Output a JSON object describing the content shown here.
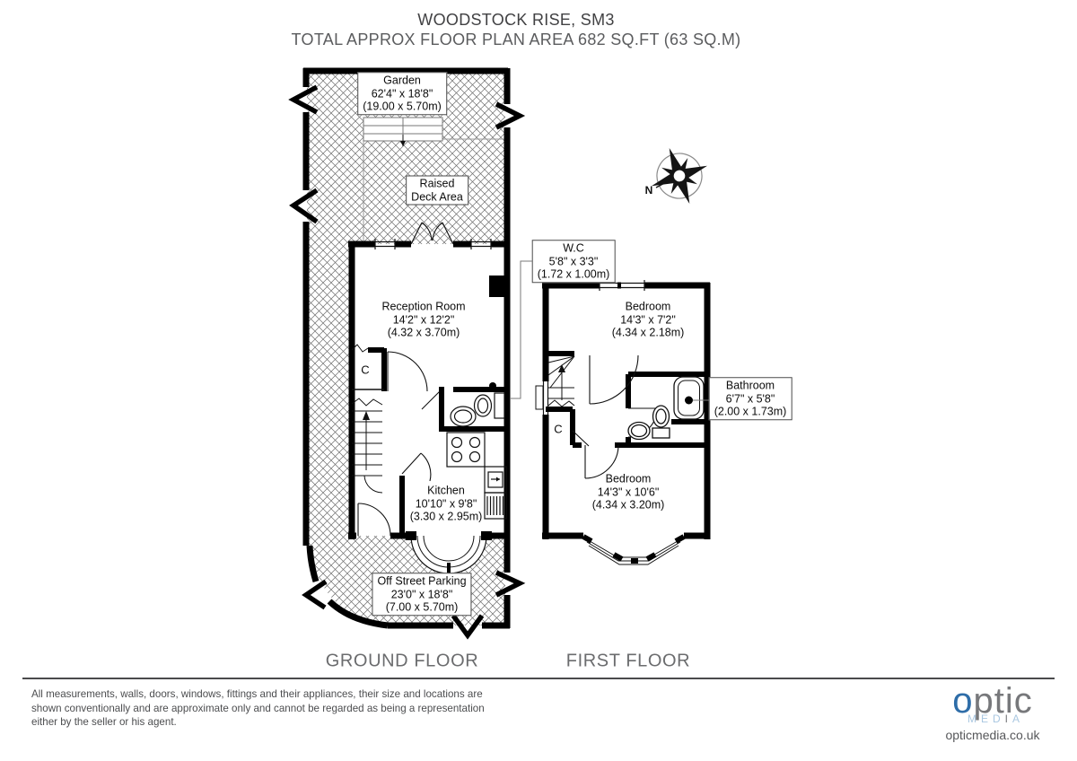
{
  "header": {
    "title": "WOODSTOCK RISE, SM3",
    "subtitle": "TOTAL APPROX FLOOR PLAN AREA 682 SQ.FT (63 SQ.M)"
  },
  "rooms": {
    "garden": {
      "name": "Garden",
      "ft": "62'4\" x 18'8\"",
      "m": "(19.00 x 5.70m)"
    },
    "deck": {
      "line1": "Raised",
      "line2": "Deck Area"
    },
    "wc": {
      "name": "W.C",
      "ft": "5'8\" x 3'3\"",
      "m": "(1.72 x 1.00m)"
    },
    "reception": {
      "name": "Reception Room",
      "ft": "14'2\" x 12'2\"",
      "m": "(4.32 x 3.70m)"
    },
    "bedroom1": {
      "name": "Bedroom",
      "ft": "14'3\" x 7'2\"",
      "m": "(4.34 x 2.18m)"
    },
    "bathroom": {
      "name": "Bathroom",
      "ft": "6'7\" x 5'8\"",
      "m": "(2.00 x 1.73m)"
    },
    "kitchen": {
      "name": "Kitchen",
      "ft": "10'10\" x 9'8\"",
      "m": "(3.30 x 2.95m)"
    },
    "bedroom2": {
      "name": "Bedroom",
      "ft": "14'3\" x 10'6\"",
      "m": "(4.34 x 3.20m)"
    },
    "parking": {
      "name": "Off Street Parking",
      "ft": "23'0\" x 18'8\"",
      "m": "(7.00 x 5.70m)"
    },
    "cupboard_ground": {
      "label": "C"
    },
    "cupboard_first": {
      "label": "C"
    }
  },
  "compass": {
    "north_label": "N"
  },
  "floors": {
    "ground": "GROUND FLOOR",
    "first": "FIRST FLOOR"
  },
  "footer": {
    "disclaimer_line1": "All measurements, walls, doors, windows, fittings and their appliances, their size and locations are",
    "disclaimer_line2": "shown conventionally and are approximate only and cannot be regarded as being a representation",
    "disclaimer_line3": "either by the seller or his agent."
  },
  "logo": {
    "brand_o": "o",
    "brand_rest": "ptic",
    "media_pre": "MED",
    "media_i": "I",
    "media_post": "A",
    "website": "opticmedia.co.uk",
    "colors": {
      "blue": "#2e6da8",
      "light_blue": "#a9c7e1",
      "gray": "#77787b"
    }
  }
}
